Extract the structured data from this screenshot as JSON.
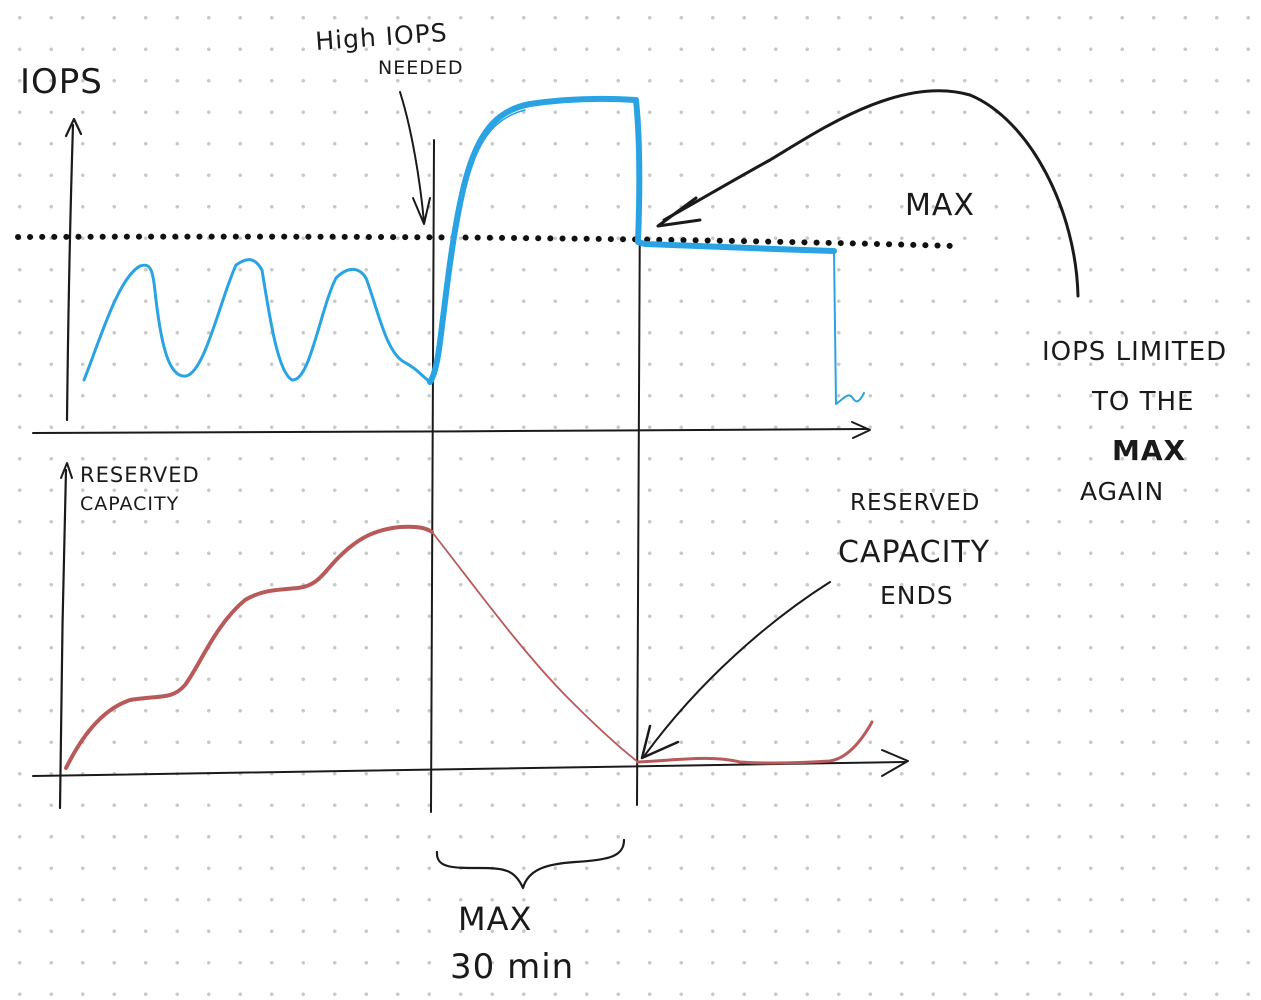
{
  "labels": {
    "iops_axis": "IOPS",
    "high_iops_line1": "High IOPS",
    "high_iops_line2": "NEEDED",
    "max_line": "MAX",
    "reserved_axis_line1": "RESERVED",
    "reserved_axis_line2": "CAPACITY",
    "reserved_ends_line1": "RESERVED",
    "reserved_ends_line2": "CAPACITY",
    "reserved_ends_line3": "ENDS",
    "iops_limited_line1": "IOPS LIMITED",
    "iops_limited_line2": "TO THE",
    "iops_limited_line3": "MAX",
    "iops_limited_line4": "AGAIN",
    "duration_line1": "MAX",
    "duration_line2": "30 min"
  },
  "colors": {
    "ink": "#1a1a1a",
    "iops_curve": "#2aa3e3",
    "reserved_curve": "#b85a5a",
    "dot_grid": "#c9c9c9"
  }
}
